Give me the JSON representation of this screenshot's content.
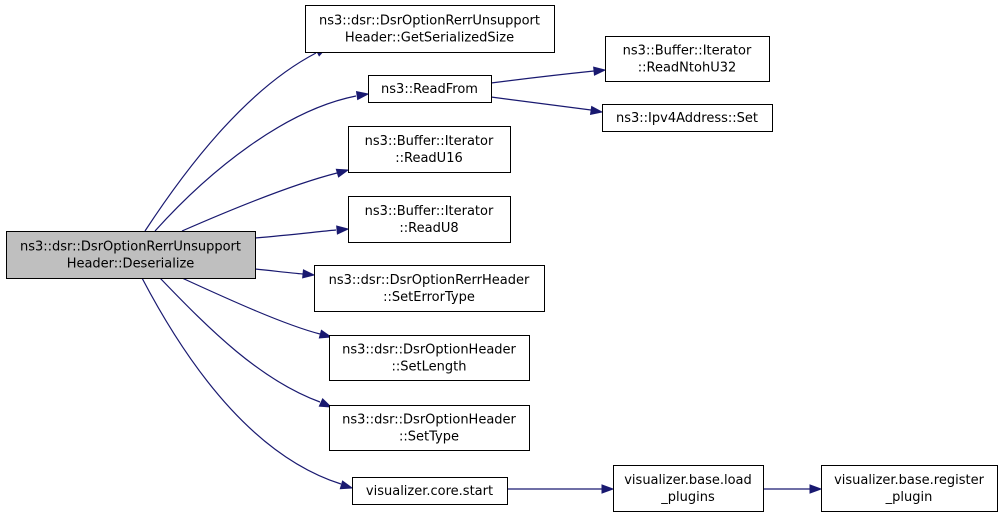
{
  "nodes": [
    {
      "id": "root",
      "root": true,
      "lines": [
        "ns3::dsr::DsrOptionRerrUnsupport",
        "Header::Deserialize"
      ]
    },
    {
      "id": "getser",
      "lines": [
        "ns3::dsr::DsrOptionRerrUnsupport",
        "Header::GetSerializedSize"
      ]
    },
    {
      "id": "readfrom",
      "lines": [
        "ns3::ReadFrom"
      ]
    },
    {
      "id": "readntoh",
      "lines": [
        "ns3::Buffer::Iterator",
        "::ReadNtohU32"
      ]
    },
    {
      "id": "ipv4set",
      "lines": [
        "ns3::Ipv4Address::Set"
      ]
    },
    {
      "id": "readu16",
      "lines": [
        "ns3::Buffer::Iterator",
        "::ReadU16"
      ]
    },
    {
      "id": "readu8",
      "lines": [
        "ns3::Buffer::Iterator",
        "::ReadU8"
      ]
    },
    {
      "id": "seterr",
      "lines": [
        "ns3::dsr::DsrOptionRerrHeader",
        "::SetErrorType"
      ]
    },
    {
      "id": "setlen",
      "lines": [
        "ns3::dsr::DsrOptionHeader",
        "::SetLength"
      ]
    },
    {
      "id": "settype",
      "lines": [
        "ns3::dsr::DsrOptionHeader",
        "::SetType"
      ]
    },
    {
      "id": "vcstart",
      "lines": [
        "visualizer.core.start"
      ]
    },
    {
      "id": "vbload",
      "lines": [
        "visualizer.base.load",
        "_plugins"
      ]
    },
    {
      "id": "vbreg",
      "lines": [
        "visualizer.base.register",
        "_plugin"
      ]
    }
  ],
  "edges": [
    {
      "from": "root",
      "to": "getser"
    },
    {
      "from": "root",
      "to": "readfrom"
    },
    {
      "from": "root",
      "to": "readu16"
    },
    {
      "from": "root",
      "to": "readu8"
    },
    {
      "from": "root",
      "to": "seterr"
    },
    {
      "from": "root",
      "to": "setlen"
    },
    {
      "from": "root",
      "to": "settype"
    },
    {
      "from": "root",
      "to": "vcstart"
    },
    {
      "from": "readfrom",
      "to": "readntoh"
    },
    {
      "from": "readfrom",
      "to": "ipv4set"
    },
    {
      "from": "vcstart",
      "to": "vbload"
    },
    {
      "from": "vbload",
      "to": "vbreg"
    }
  ],
  "colors": {
    "edge": "#191970",
    "root_fill": "#bfbfbf",
    "node_fill": "#ffffff",
    "border": "#000000"
  }
}
